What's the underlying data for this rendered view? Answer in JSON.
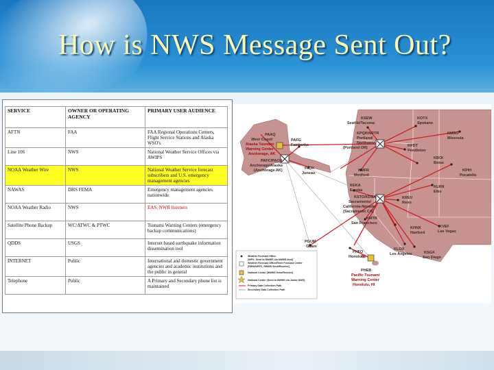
{
  "slide": {
    "title": "How is NWS Message Sent Out?"
  },
  "table": {
    "headers": [
      "SERVICE",
      "OWNER OR OPERATING AGENCY",
      "PRIMARY USER AUDIENCE"
    ],
    "rows": [
      {
        "service": "AFTN",
        "owner": "FAA",
        "audience": "FAA Regional Operations Centers, Flight Service Stations and Alaska WSO's",
        "highlight": false,
        "red": false
      },
      {
        "service": "Line 106",
        "owner": "NWS",
        "audience": "National Weather Service Offices via AWIPS",
        "highlight": false,
        "red": false
      },
      {
        "service": "NOAA Weather Wire",
        "owner": "NWS",
        "audience": "National Weather Service forecast subscribers and U.S. emergency management agencies",
        "highlight": true,
        "red": false
      },
      {
        "service": "NAWAS",
        "owner": "DHS FEMA",
        "audience": "Emergency management agencies nationwide",
        "highlight": false,
        "red": false
      },
      {
        "service": "NOAA Weather Radio",
        "owner": "NWS",
        "audience": "EAS, NWR listeners",
        "highlight": false,
        "red": true
      },
      {
        "service": "Satellite Phone Backup",
        "owner": "WC/ATWC & PTWC",
        "audience": "Tsunami Warning Centers (emergency backup communications)",
        "highlight": false,
        "red": false
      },
      {
        "service": "QDDS",
        "owner": "USGS",
        "audience": "Internet based earthquake information dissemination tool",
        "highlight": false,
        "red": false
      },
      {
        "service": "INTERNET",
        "owner": "Public",
        "audience": "International and domestic government agencies and academic institutions and the public in general",
        "highlight": false,
        "red": false
      },
      {
        "service": "Telephone",
        "owner": "Public",
        "audience": "A Primary and Secondary phone list is maintained",
        "highlight": false,
        "red": false
      }
    ]
  },
  "map": {
    "labels": {
      "ksew": "KSEW",
      "ksew_city": "Seattle/Tacoma",
      "kotx": "KOTX",
      "kotx_city": "Spokane",
      "kmso": "KMSO",
      "kmso_city": "Missoula",
      "kpdt": "KPDT",
      "kpdt_city": "Pendleton",
      "kboi": "KBOI",
      "kboi_city": "Boise",
      "kpih": "KPIH",
      "kpih_city": "Pocatello",
      "kpqr": "KPQR/NPTR",
      "kpqr_city1": "Portland/",
      "kpqr_city2": "Northwest",
      "kpqr_city3": "(Portland OR)",
      "kmfr": "KMFR",
      "kmfr_city": "Medford",
      "keka": "KEKA",
      "keka_city": "Eureka",
      "klkn": "KLKN",
      "klkn_city": "Elko",
      "ksto": "KSTO/KDSA",
      "ksto_city1": "Sacramento/",
      "ksto_city2": "California-Nevada",
      "ksto_city3": "(Sacramento CA)",
      "krev": "KREV",
      "krev_city": "Reno",
      "kmtr": "KMTR",
      "kmtr_city": "San Francisco",
      "khnx": "KHNX",
      "khnx_city": "Hanford",
      "kvef": "KVEF",
      "kvef_city": "Las Vegas",
      "klox": "KLOX",
      "klox_city": "Los Angeles",
      "ksgx": "KSGX",
      "ksgx_city": "San Diego",
      "paaq": "PAAQ",
      "paaq_city1": "West Coast/",
      "paaq_city2": "Alaska Tsunami",
      "paaq_city3": "Warning Center",
      "paaq_city4": "Anchorage, AK",
      "pafg": "PAFG",
      "pafg_city": "Fairbanks",
      "pafc": "PAFC/PACN",
      "pafc_city1": "Anchorage/Alaska",
      "pafc_city2": "(Anchorage AK)",
      "pajk": "PAJK",
      "pajk_city": "Juneau",
      "pgum": "PGUM",
      "pgum_city": "Guam",
      "phfo": "PHFO",
      "phfo_city": "Honolulu",
      "pheb": "PHEB",
      "pheb_city1": "Pacific Tsunami",
      "pheb_city2": "Warning Center",
      "pheb_city3": "Honolulu, HI"
    },
    "legend": [
      "Weather Forecast Office",
      "[WFO, Send to NWWS via NWWS feed]",
      "Weather Forecast Office/River Forecast Center",
      "[NWWS/RFC, NWWS Send/Receive]",
      "National Center (NWWS Send/Receive)",
      "National Center (Send to NWWS via Junior NWS)",
      "Primary Data Collection Path",
      "Secondary Data Collection Path"
    ],
    "colors": {
      "land": "#c79390",
      "route": "#cf1f24",
      "secondary": "#9a9a9a"
    }
  }
}
